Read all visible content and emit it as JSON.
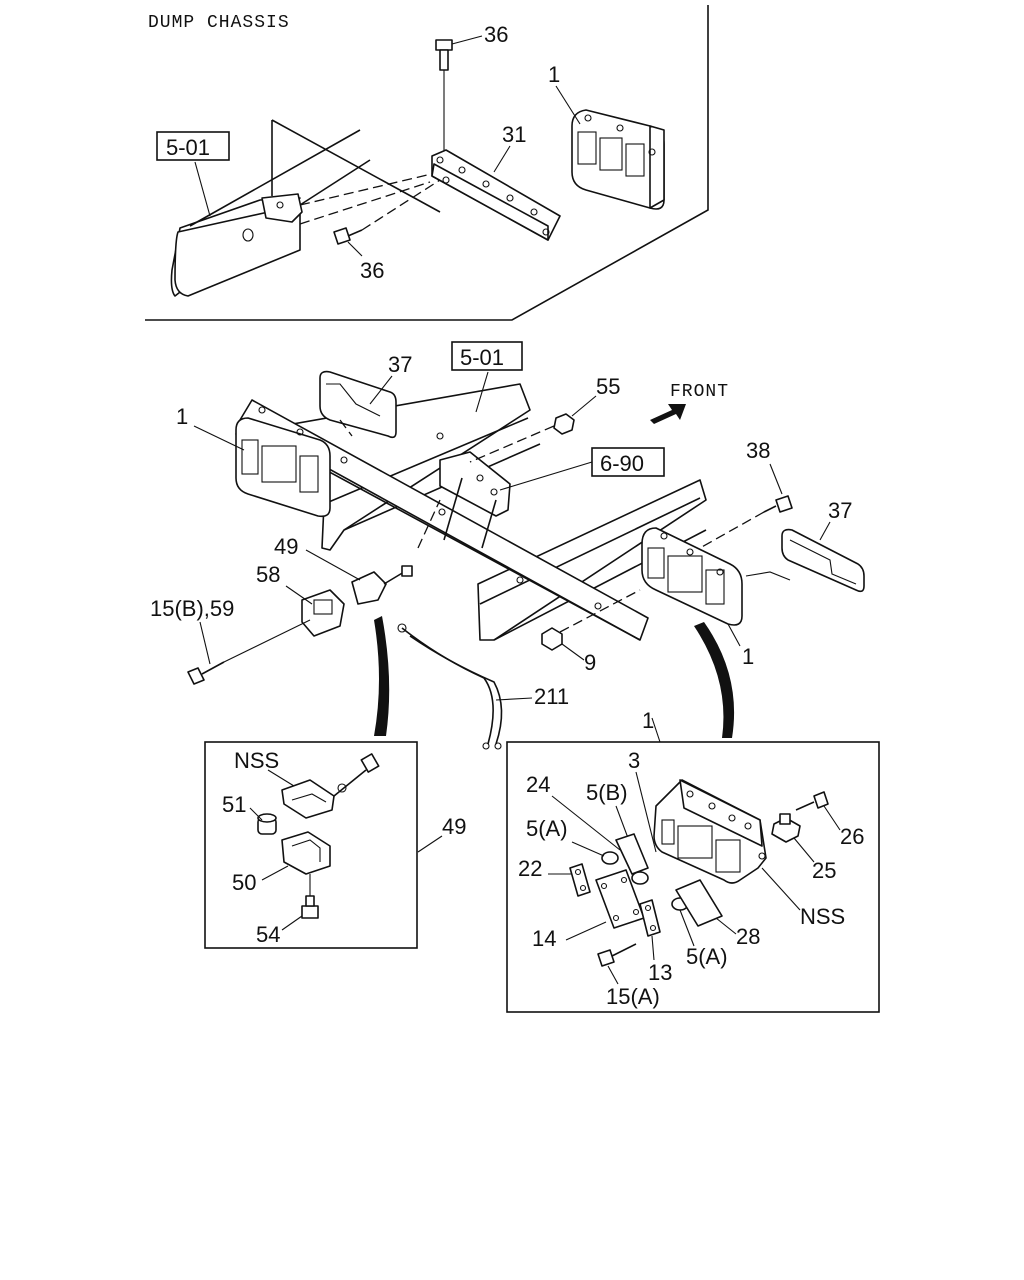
{
  "header": {
    "section_title": "DUMP CHASSIS"
  },
  "refs": {
    "r501_top": "5-01",
    "r501_main": "5-01",
    "r690": "6-90"
  },
  "front_label": "FRONT",
  "callouts": {
    "c36a": "36",
    "c1a": "1",
    "c31": "31",
    "c36b": "36",
    "c37a": "37",
    "c55": "55",
    "c1b": "1",
    "c38": "38",
    "c37b": "37",
    "c49a": "49",
    "c58": "58",
    "c15b59": "15(B),59",
    "c9": "9",
    "c1c": "1",
    "c211": "211",
    "c1d": "1",
    "nss1": "NSS",
    "c51": "51",
    "c50": "50",
    "c54": "54",
    "c49b": "49",
    "c3": "3",
    "c24": "24",
    "c5b": "5(B)",
    "c5a1": "5(A)",
    "c22": "22",
    "c14": "14",
    "c13": "13",
    "c15a": "15(A)",
    "c5a2": "5(A)",
    "c28": "28",
    "nss2": "NSS",
    "c25": "25",
    "c26": "26"
  }
}
